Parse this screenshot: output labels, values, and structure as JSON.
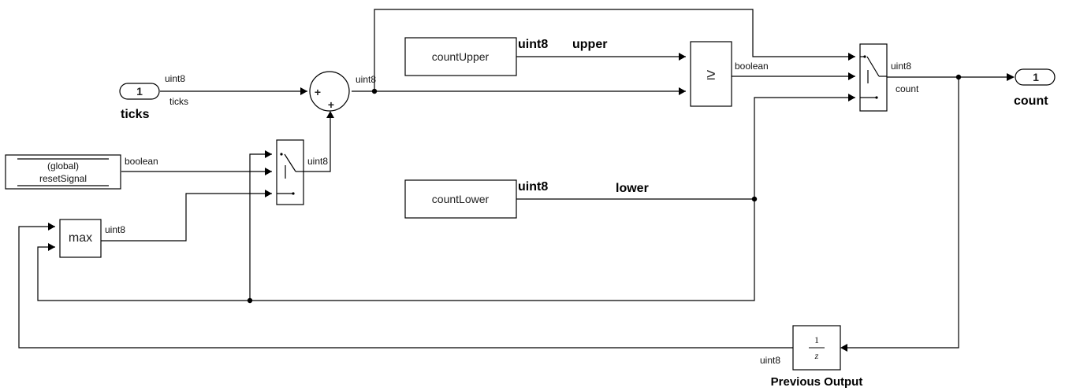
{
  "diagram": {
    "inports": [
      {
        "port_number": "1",
        "name": "ticks",
        "signal_type": "uint8",
        "signal_name": "ticks"
      }
    ],
    "outports": [
      {
        "port_number": "1",
        "name": "count"
      }
    ],
    "blocks": {
      "global_reset": {
        "line1": "(global)",
        "line2": "resetSignal",
        "out_type": "boolean"
      },
      "max": {
        "label": "max",
        "out_type": "uint8"
      },
      "sum": {
        "signs": [
          "+",
          "+"
        ],
        "out_type": "uint8"
      },
      "switch_reset": {
        "out_type": "uint8"
      },
      "count_upper": {
        "label": "countUpper",
        "out_type": "uint8",
        "signal_name": "upper"
      },
      "count_lower": {
        "label": "countLower",
        "out_type": "uint8",
        "signal_name": "lower"
      },
      "compare": {
        "symbol": "≥",
        "out_type": "boolean"
      },
      "switch_output": {
        "out_type": "uint8",
        "signal_name": "count"
      },
      "unit_delay": {
        "numerator": "1",
        "denominator": "z",
        "out_type": "uint8",
        "name": "Previous Output"
      }
    }
  }
}
